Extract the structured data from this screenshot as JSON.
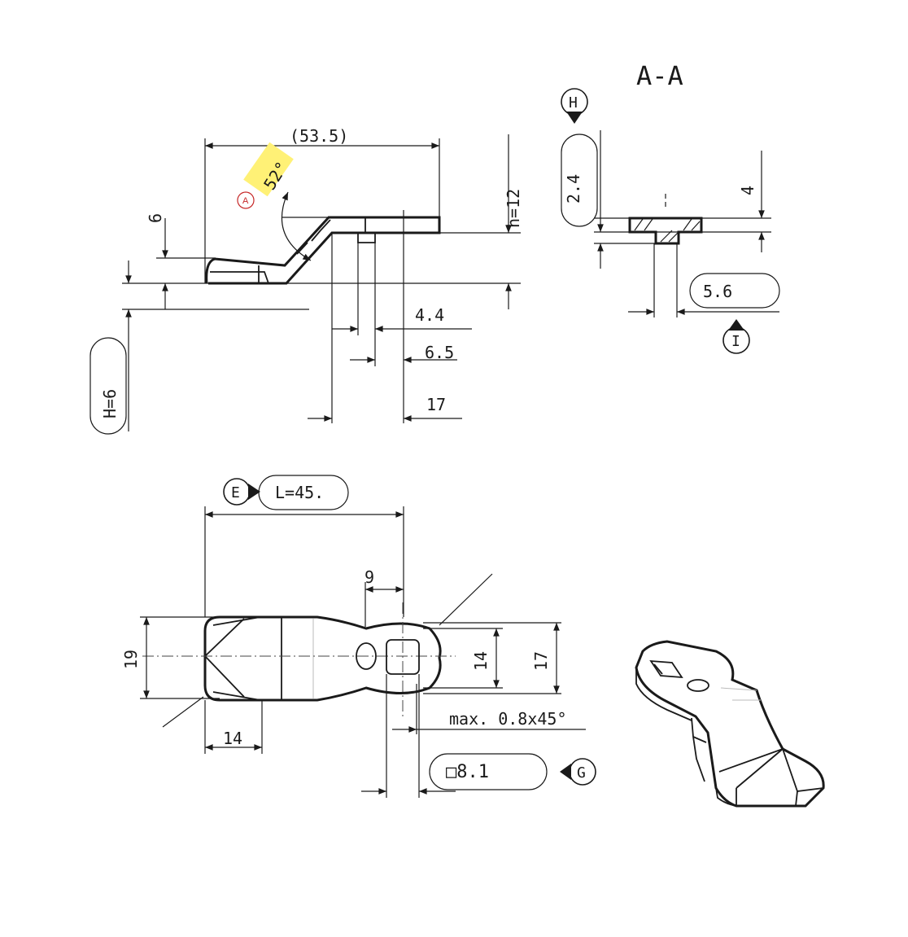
{
  "section_title": "A-A",
  "markers": {
    "A": "A",
    "E": "E",
    "G": "G",
    "H": "H",
    "I": "I"
  },
  "side_view": {
    "overall_length": "(53.5)",
    "angle": "52°",
    "offset_6": "6",
    "height_h": "h=12",
    "dim_4_4": "4.4",
    "dim_6_5": "6.5",
    "dim_17": "17",
    "H_box": "H=6"
  },
  "section_view": {
    "dim_2_4": "2.4",
    "dim_4": "4",
    "dim_5_6": "5.6"
  },
  "top_view": {
    "L_box": "L=45.",
    "dim_9": "9",
    "dim_19": "19",
    "dim_14_hole": "14",
    "dim_17_width": "17",
    "dim_14_tip": "14",
    "chamfer": "max. 0.8x45°",
    "square_hole": "□8.1"
  },
  "colors": {
    "ink": "#1a1a1a",
    "highlight": "#fff176",
    "marker_red": "#c62828"
  }
}
